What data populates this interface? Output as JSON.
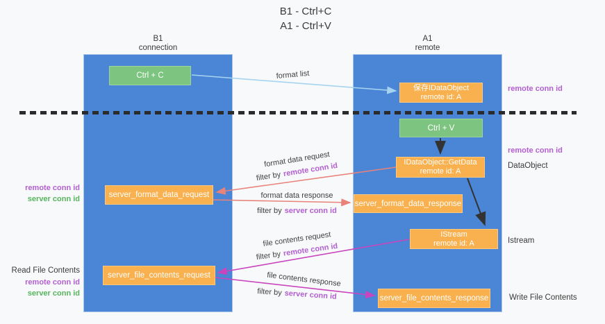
{
  "title": {
    "line1": "B1 - Ctrl+C",
    "line2": "A1 - Ctrl+V"
  },
  "columns": {
    "left": {
      "name": "B1",
      "role": "connection"
    },
    "right": {
      "name": "A1",
      "role": "remote"
    }
  },
  "nodes": {
    "ctrl_c": {
      "label": "Ctrl + C"
    },
    "ctrl_v": {
      "label": "Ctrl + V"
    },
    "save_dataobject": {
      "line1": "保存IDataObject",
      "line2": "remote id: A"
    },
    "getdata": {
      "line1": "IDataObject::GetData",
      "line2": "remote id: A"
    },
    "istream": {
      "line1": "IStream",
      "line2": "remote id: A"
    },
    "format_request": {
      "label": "server_format_data_request"
    },
    "format_response": {
      "label": "server_format_data_response"
    },
    "file_request": {
      "label": "server_file_contents_request"
    },
    "file_response": {
      "label": "server_file_contents_response"
    }
  },
  "edge_labels": {
    "format_list": "format list",
    "format_data_request": "format data request",
    "format_data_response": "format data response",
    "file_contents_request": "file contents request",
    "file_contents_response": "file contents response",
    "filter_by": "filter by",
    "remote_conn_id": "remote conn id",
    "server_conn_id": "server conn id"
  },
  "side_labels": {
    "remote_conn_id": "remote conn id",
    "server_conn_id": "server conn id",
    "dataobject": "DataObject",
    "istream": "Istream",
    "read_file_contents": "Read File Contents",
    "write_file_contents": "Write File Contents"
  },
  "colors": {
    "column_blue": "#4a85d6",
    "node_orange": "#f9b04e",
    "node_green": "#7cc47f",
    "arrow_blue": "#a6d3ef",
    "arrow_salmon": "#e8827a",
    "arrow_magenta": "#c944bd",
    "arrow_black": "#333333",
    "label_purple": "#b35fd1",
    "label_green": "#56b45c"
  }
}
